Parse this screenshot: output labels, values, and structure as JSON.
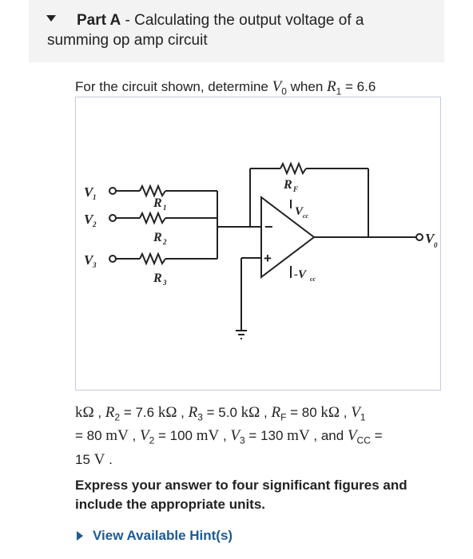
{
  "part": {
    "prefix": "Part A",
    "separator": " - ",
    "title": "Calculating the output voltage of a summing op amp circuit"
  },
  "prompt": {
    "text": "For the circuit shown, determine ",
    "vo": "V",
    "vo_sub": "0",
    "mid": " when ",
    "r1": "R",
    "r1_sub": "1",
    "r1_value": " = 6.6"
  },
  "figure": {
    "labels": {
      "v1": "V",
      "v1_sub": "1",
      "v2": "V",
      "v2_sub": "2",
      "v3": "V",
      "v3_sub": "3",
      "r1": "R",
      "r1_sub": "1",
      "r2": "R",
      "r2_sub": "2",
      "r3": "R",
      "r3_sub": "3",
      "rf": "R",
      "rf_sub": "F",
      "vcc_pos": "V",
      "vcc_pos_sub": "cc",
      "vcc_neg": "-V",
      "vcc_neg_sub": "cc",
      "vo": "V",
      "vo_sub": "0",
      "minus": "−",
      "plus": "+"
    }
  },
  "given": {
    "r1_unit": "kΩ",
    "r2_label": "R",
    "r2_sub": "2",
    "r2_value": " = 7.6 ",
    "r2_unit": "kΩ",
    "r3_label": "R",
    "r3_sub": "3",
    "r3_value": " = 5.0 ",
    "r3_unit": "kΩ",
    "rf_label": "R",
    "rf_sub": "F",
    "rf_value": " = 80 ",
    "rf_unit": "kΩ",
    "v1_label": "V",
    "v1_sub": "1",
    "v1_value": "= 80 ",
    "v1_unit": "mV",
    "v2_label": "V",
    "v2_sub": "2",
    "v2_value": " = 100 ",
    "v2_unit": "mV",
    "v3_label": "V",
    "v3_sub": "3",
    "v3_value": " = 130 ",
    "v3_unit": "mV",
    "and": " , and ",
    "vcc_label": "V",
    "vcc_sub": "CC",
    "vcc_value": " = ",
    "vcc_line2": "15 ",
    "vcc_unit": "V",
    "period": " ."
  },
  "instructions": "Express your answer to four significant figures and include the appropriate units.",
  "hint": {
    "label": "View Available Hint(s)"
  },
  "colors": {
    "header_bg": "#f3f3f3",
    "figure_border": "#c5cbe0",
    "hint_link": "#1c5a96"
  }
}
